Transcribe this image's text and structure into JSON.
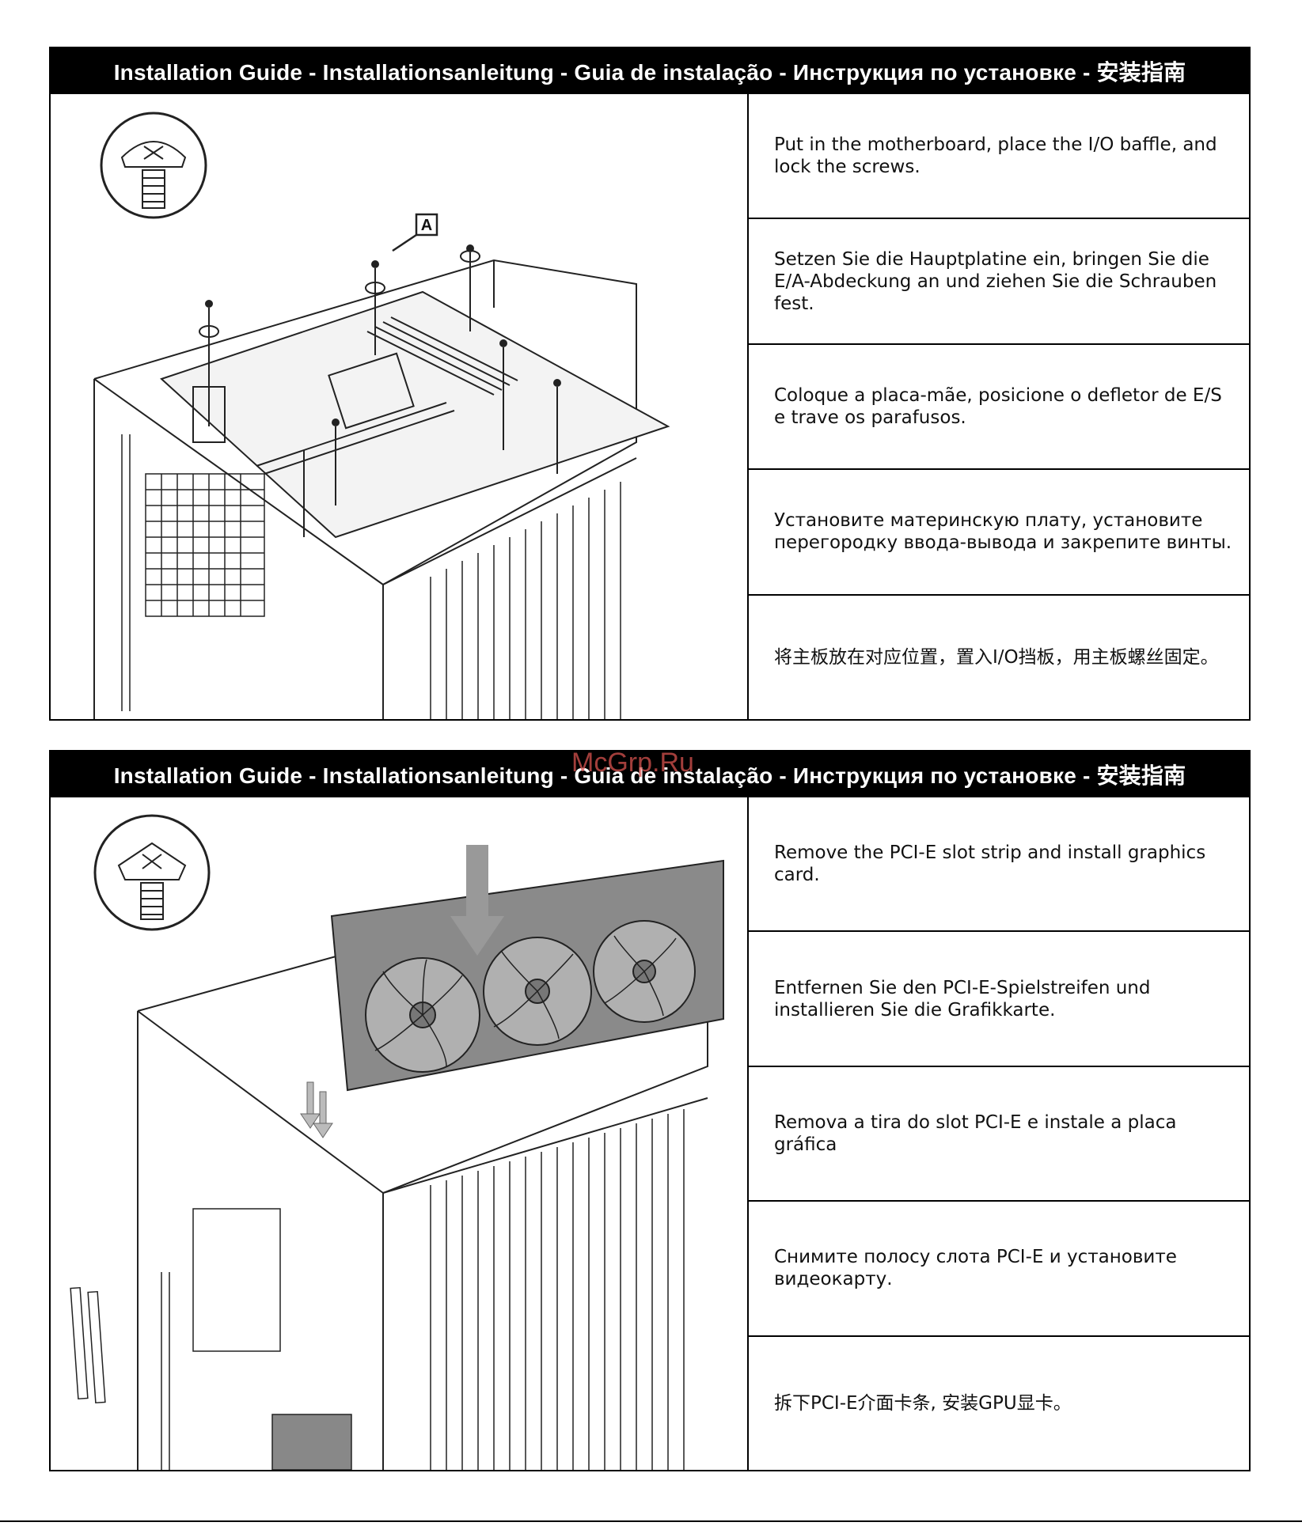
{
  "watermark": "McGrp.Ru",
  "sections": [
    {
      "header": "Installation Guide - Installationsanleitung - Guia de instalação - Инструкция по установке - 安装指南",
      "callout": "A",
      "steps": [
        "Put in the motherboard, place the I/O baffle, and lock the screws.",
        "Setzen Sie die Hauptplatine ein, bringen Sie die E/A-Abdeckung an und ziehen Sie die Schrauben fest.",
        "Coloque a placa-mãe, posicione o defletor de E/S e trave os parafusos.",
        "Установите материнскую плату, установите перегородку ввода-вывода и закрепите винты.",
        "将主板放在对应位置，置入I/O挡板，用主板螺丝固定。"
      ]
    },
    {
      "header": "Installation Guide - Installationsanleitung - Guia de instalação - Инструкция по установке - 安装指南",
      "steps": [
        "Remove the PCI-E slot strip and install graphics card.",
        "Entfernen Sie den PCI-E-Spielstreifen und installieren Sie die Grafikkarte.",
        "Remova a tira do slot PCI-E e instale a placa gráfica",
        "Снимите полосу слота PCI-E и установите видеокарту.",
        "拆下PCI-E介面卡条, 安装GPU显卡。"
      ]
    }
  ]
}
